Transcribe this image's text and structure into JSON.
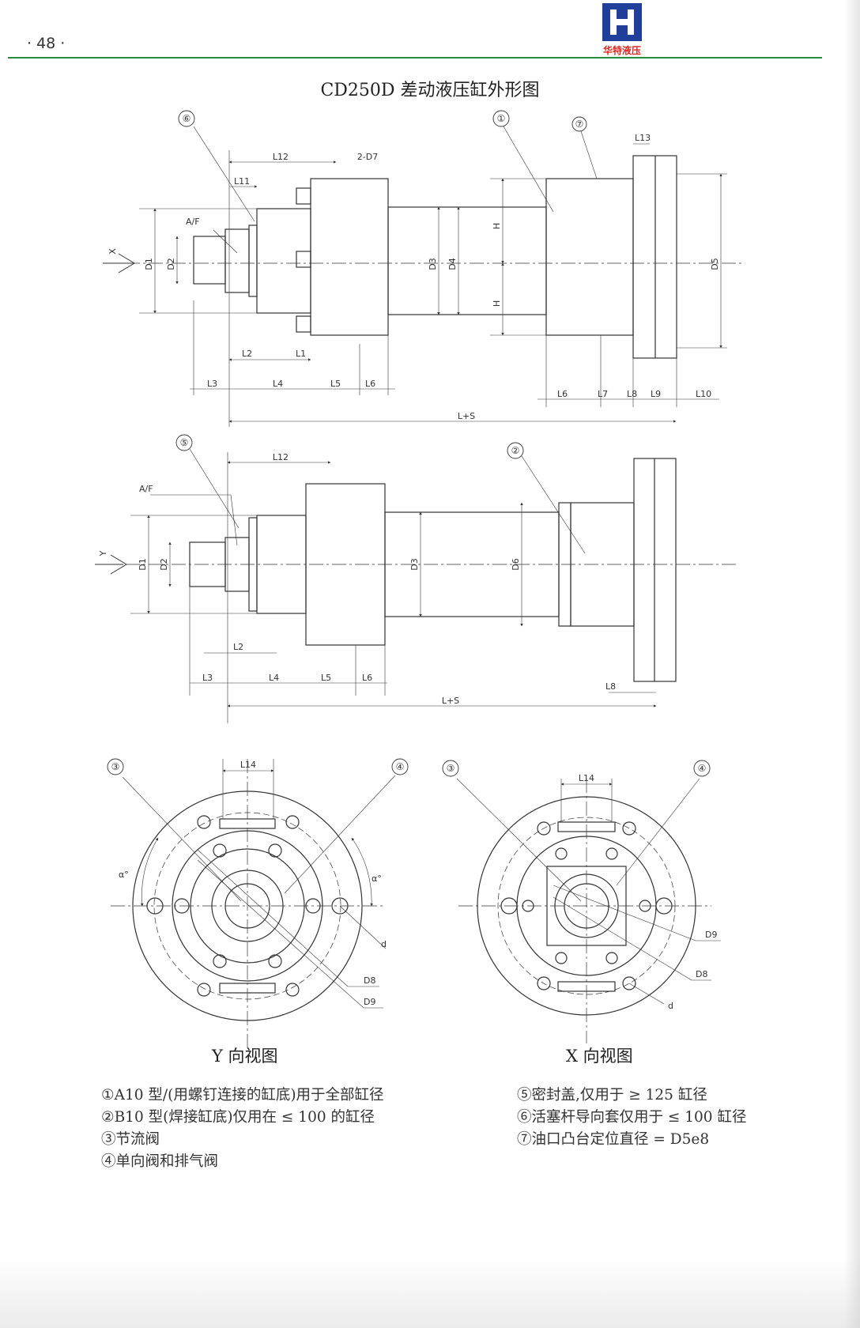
{
  "header": {
    "page_number": "· 48 ·",
    "logo_text": "华特液压"
  },
  "title": "CD250D 差动液压缸外形图",
  "top_view": {
    "dims": [
      "L12",
      "2-D7",
      "L11",
      "A/F",
      "D1",
      "D2",
      "D3",
      "D4",
      "H",
      "H",
      "D5",
      "L13",
      "L2",
      "L1",
      "L3",
      "L4",
      "L5",
      "L6",
      "L6",
      "L7",
      "L8",
      "L9",
      "L10",
      "L+S"
    ],
    "direction": "X",
    "callouts": [
      "⑥",
      "①",
      "⑦"
    ]
  },
  "bottom_view": {
    "dims": [
      "L12",
      "A/F",
      "D1",
      "D2",
      "D3",
      "D6",
      "L2",
      "L3",
      "L4",
      "L5",
      "L6",
      "L8",
      "L+S"
    ],
    "direction": "Y",
    "callouts": [
      "⑤",
      "②"
    ]
  },
  "y_view": {
    "caption": "Y 向视图",
    "dims": [
      "L14",
      "α°",
      "α°",
      "d",
      "D8",
      "D9"
    ],
    "callouts": [
      "③",
      "④"
    ]
  },
  "x_view": {
    "caption": "X 向视图",
    "dims": [
      "L14",
      "D9",
      "D8",
      "d"
    ],
    "callouts": [
      "③",
      "④"
    ]
  },
  "notes_left": [
    "①A10 型/(用螺钉连接的缸底)用于全部缸径",
    "②B10 型(焊接缸底)仅用在 ≤ 100 的缸径",
    "③节流阀",
    "④单向阀和排气阀"
  ],
  "notes_right": [
    "⑤密封盖,仅用于 ≥ 125 缸径",
    "⑥活塞杆导向套仅用于 ≤ 100 缸径",
    "⑦油口凸台定位直径 = D5e8"
  ],
  "colors": {
    "accent_rule": "#2e8b3e",
    "logo_blue": "#1f3f9a",
    "logo_red": "#d8261f"
  }
}
